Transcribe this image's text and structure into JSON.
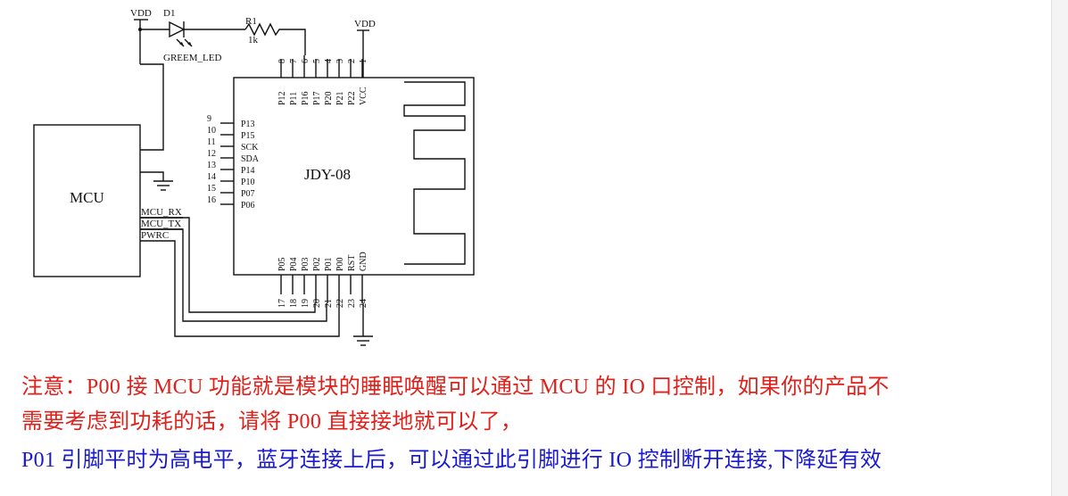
{
  "schematic": {
    "vdd_left": "VDD",
    "vdd_right": "VDD",
    "d1_ref": "D1",
    "d1_value": "GREEM_LED",
    "r1_ref": "R1",
    "r1_value": "1k",
    "mcu_label": "MCU",
    "mcu_rx": "MCU_RX",
    "mcu_tx": "MCU_TX",
    "pwrc": "PWRC",
    "module_label": "JDY-08",
    "top_pins": [
      {
        "num": "8",
        "name": "P12"
      },
      {
        "num": "7",
        "name": "P11"
      },
      {
        "num": "6",
        "name": "P16"
      },
      {
        "num": "5",
        "name": "P17"
      },
      {
        "num": "4",
        "name": "P20"
      },
      {
        "num": "3",
        "name": "P21"
      },
      {
        "num": "2",
        "name": "P22"
      },
      {
        "num": "1",
        "name": "VCC"
      }
    ],
    "left_pins": [
      {
        "num": "9",
        "name": "P13"
      },
      {
        "num": "10",
        "name": "P15"
      },
      {
        "num": "11",
        "name": "SCK"
      },
      {
        "num": "12",
        "name": "SDA"
      },
      {
        "num": "13",
        "name": "P14"
      },
      {
        "num": "14",
        "name": "P10"
      },
      {
        "num": "15",
        "name": "P07"
      },
      {
        "num": "16",
        "name": "P06"
      }
    ],
    "bottom_pins": [
      {
        "num": "17",
        "name": "P05"
      },
      {
        "num": "18",
        "name": "P04"
      },
      {
        "num": "19",
        "name": "P03"
      },
      {
        "num": "20",
        "name": "P02"
      },
      {
        "num": "21",
        "name": "P01"
      },
      {
        "num": "22",
        "name": "P00"
      },
      {
        "num": "23",
        "name": "RST"
      },
      {
        "num": "24",
        "name": "GND"
      }
    ]
  },
  "notes": {
    "line1": "注意：P00 接 MCU 功能就是模块的睡眠唤醒可以通过 MCU 的 IO 口控制，如果你的产品不",
    "line2": "需要考虑到功耗的话，请将 P00 直接接地就可以了，",
    "line3": "P01 引脚平时为高电平，蓝牙连接上后，可以通过此引脚进行 IO 控制断开连接,下降延有效",
    "color_warning": "#e0201a",
    "color_info": "#1a1ad0"
  }
}
